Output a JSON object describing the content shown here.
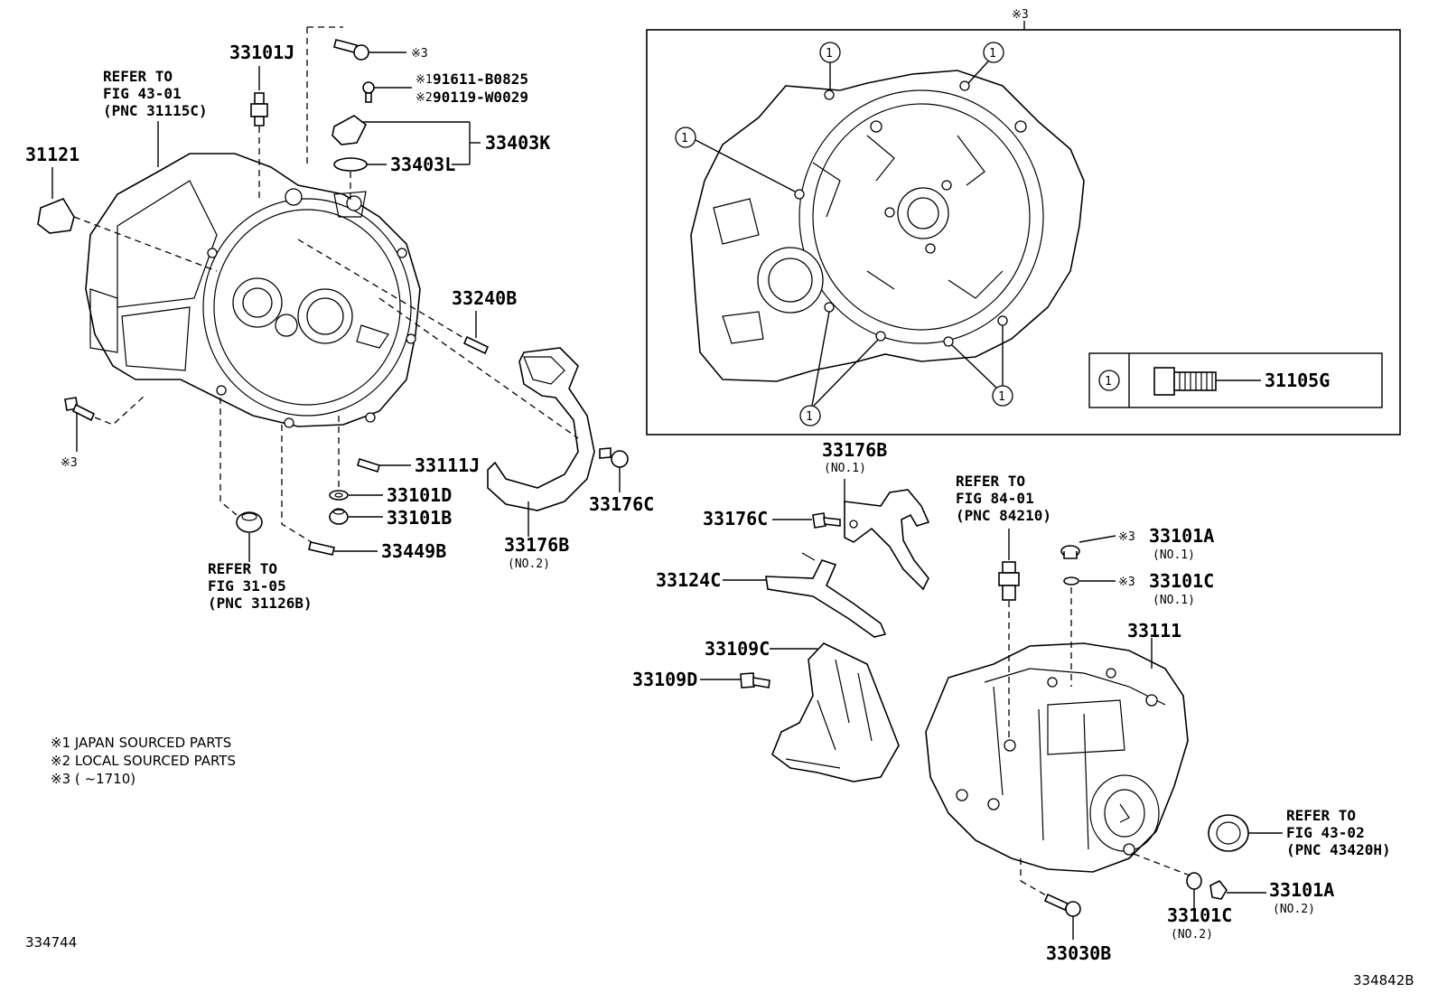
{
  "inset": {
    "marker": "※3",
    "callout_symbol": "1",
    "legend_part": "31105G"
  },
  "parts": {
    "p33101J": "33101J",
    "p31121": "31121",
    "p33403K": "33403K",
    "p33403L": "33403L",
    "p33240B": "33240B",
    "p33111J": "33111J",
    "p33101D": "33101D",
    "p33101B": "33101B",
    "p33449B": "33449B",
    "p33176B_no2": "33176B",
    "p33176B_no2_sub": "(NO.2)",
    "p33176C_left": "33176C",
    "p33176B_no1": "33176B",
    "p33176B_no1_sub": "(NO.1)",
    "p33176C_mid": "33176C",
    "p33124C": "33124C",
    "p33109C": "33109C",
    "p33109D": "33109D",
    "p33101A_no1": "33101A",
    "p33101A_no1_sub": "(NO.1)",
    "p33101C_no1": "33101C",
    "p33101C_no1_sub": "(NO.1)",
    "p33111": "33111",
    "p33101A_no2": "33101A",
    "p33101A_no2_sub": "(NO.2)",
    "p33101C_no2": "33101C",
    "p33101C_no2_sub": "(NO.2)",
    "p33030B": "33030B",
    "pn1": "91611-B0825",
    "pn2": "90119-W0029"
  },
  "markers": {
    "m3_top": "※3",
    "m1": "※1",
    "m2": "※2",
    "m3_left": "※3",
    "m3_a": "※3",
    "m3_c": "※3"
  },
  "refs": {
    "ref1": [
      "REFER TO",
      "FIG 43-01",
      "(PNC 31115C)"
    ],
    "ref2": [
      "REFER TO",
      "FIG 31-05",
      "(PNC 31126B)"
    ],
    "ref3": [
      "REFER TO",
      "FIG 84-01",
      "(PNC 84210)"
    ],
    "ref4": [
      "REFER TO",
      "FIG 43-02",
      "(PNC 43420H)"
    ]
  },
  "notes": [
    "※1 JAPAN SOURCED PARTS",
    "※2 LOCAL SOURCED PARTS",
    "※3 (       ~1710)"
  ],
  "codes": {
    "left": "334744",
    "right": "334842B"
  }
}
